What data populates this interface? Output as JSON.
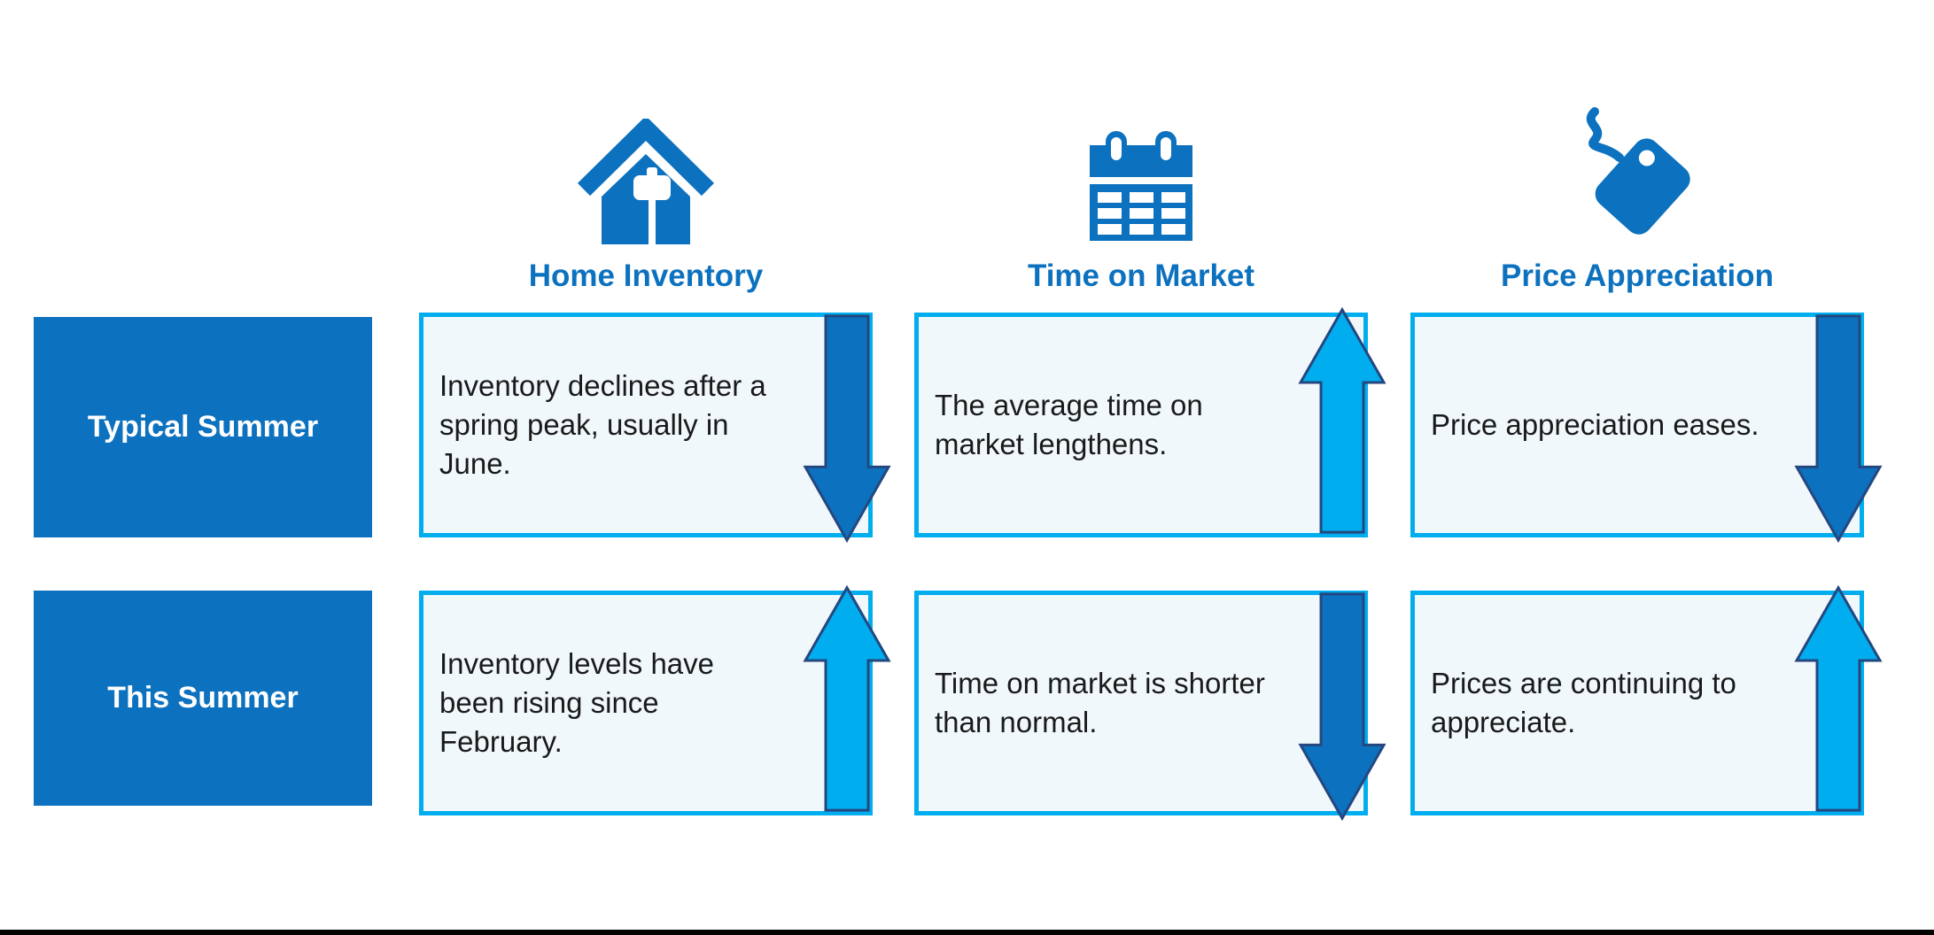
{
  "palette": {
    "primary_blue": "#0C71BE",
    "cyan": "#00AEEF",
    "cell_bg": "#F1F8FC",
    "arrow_outline": "#24477F",
    "text_dark": "#1A1A1A",
    "footer_bar": "#000000"
  },
  "columns": [
    {
      "label": "Home Inventory",
      "icon": "house-icon"
    },
    {
      "label": "Time on Market",
      "icon": "calendar-icon"
    },
    {
      "label": "Price Appreciation",
      "icon": "price-tag-icon"
    }
  ],
  "rows": [
    {
      "label": "Typical Summer",
      "cells": [
        {
          "text": "Inventory declines after a spring peak, usually in June.",
          "arrow": "down"
        },
        {
          "text": "The average time on market lengthens.",
          "arrow": "up"
        },
        {
          "text": "Price appreciation eases.",
          "arrow": "down"
        }
      ]
    },
    {
      "label": "This Summer",
      "cells": [
        {
          "text": "Inventory levels have been rising since February.",
          "arrow": "up"
        },
        {
          "text": "Time on market is shorter than normal.",
          "arrow": "down"
        },
        {
          "text": "Prices are continuing to appreciate.",
          "arrow": "up"
        }
      ]
    }
  ]
}
